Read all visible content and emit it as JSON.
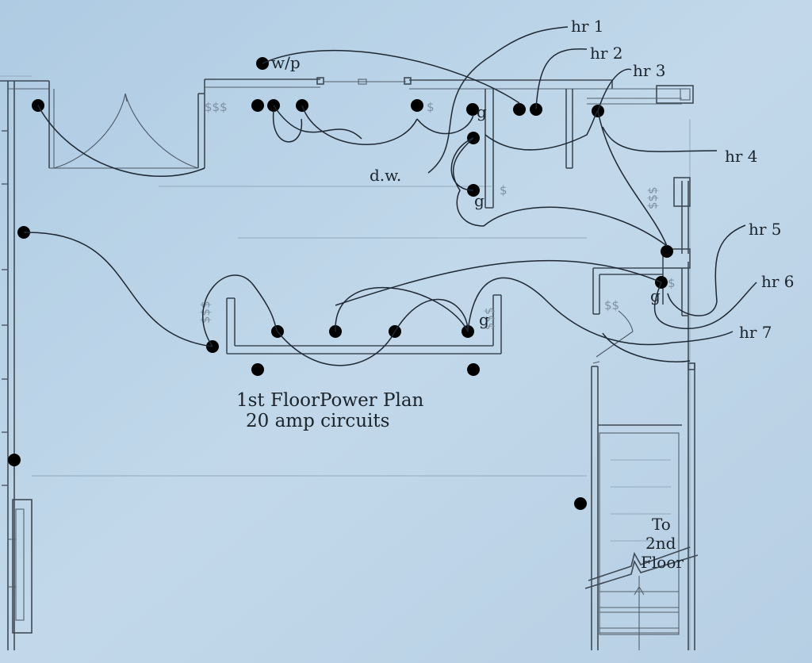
{
  "title": {
    "line1": "1st FloorPower Plan",
    "line2": "20 amp circuits"
  },
  "labels": {
    "wp": "w/p",
    "hr1": "hr 1",
    "hr2": "hr 2",
    "hr3": "hr 3",
    "hr4": "hr 4",
    "hr5": "hr 5",
    "hr6": "hr 6",
    "hr7": "hr 7",
    "dw": "d.w.",
    "g1": "g",
    "g2": "g",
    "g3": "g",
    "g4": "g"
  },
  "stairs_note": {
    "line1": "To",
    "line2": "2nd",
    "line3": "Floor"
  },
  "switch_symbols": {
    "triple": "$$$",
    "double": "$$",
    "single": "$"
  },
  "colors": {
    "paper": "#b9d3e8",
    "ink": "#1b232b",
    "wall": "#3f4a55",
    "symbol": "#6a7c8c"
  }
}
